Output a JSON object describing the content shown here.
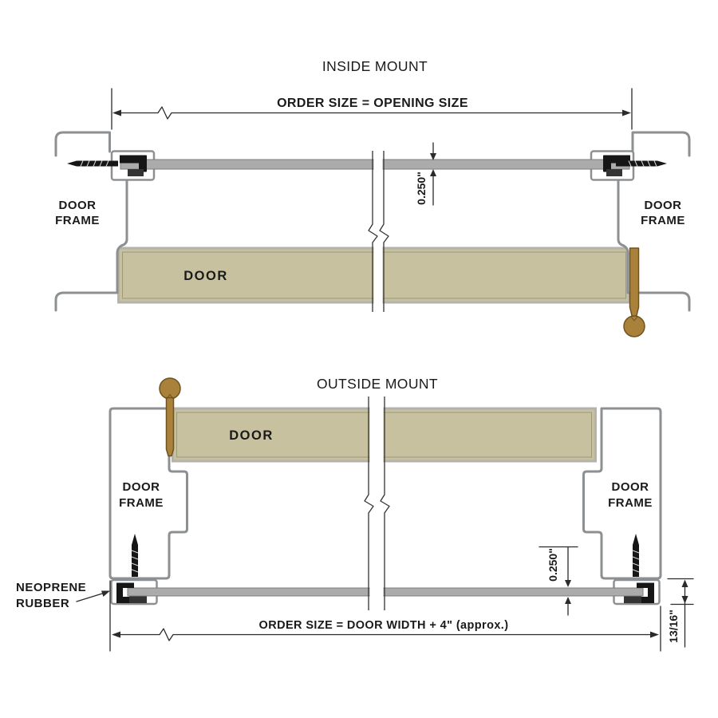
{
  "inside": {
    "title": "INSIDE MOUNT",
    "dimension_label": "ORDER SIZE = OPENING SIZE",
    "track_thickness": "0.250\"",
    "door_label": "DOOR",
    "frame_label_line1": "DOOR",
    "frame_label_line2": "FRAME"
  },
  "outside": {
    "title": "OUTSIDE MOUNT",
    "dimension_label": "ORDER SIZE = DOOR WIDTH +  4\" (approx.)",
    "track_thickness": "0.250\"",
    "track_height": "13/16\"",
    "door_label": "DOOR",
    "frame_label_line1": "DOOR",
    "frame_label_line2": "FRAME",
    "neoprene_line1": "NEOPRENE",
    "neoprene_line2": "RUBBER"
  },
  "colors": {
    "door_fill": "#c8c19f",
    "track_fill": "#ababab",
    "track_stroke": "#7d7d7d",
    "handle_fill": "#a9813b",
    "frame_stroke": "#8d9092",
    "line": "#2b2b2b"
  }
}
